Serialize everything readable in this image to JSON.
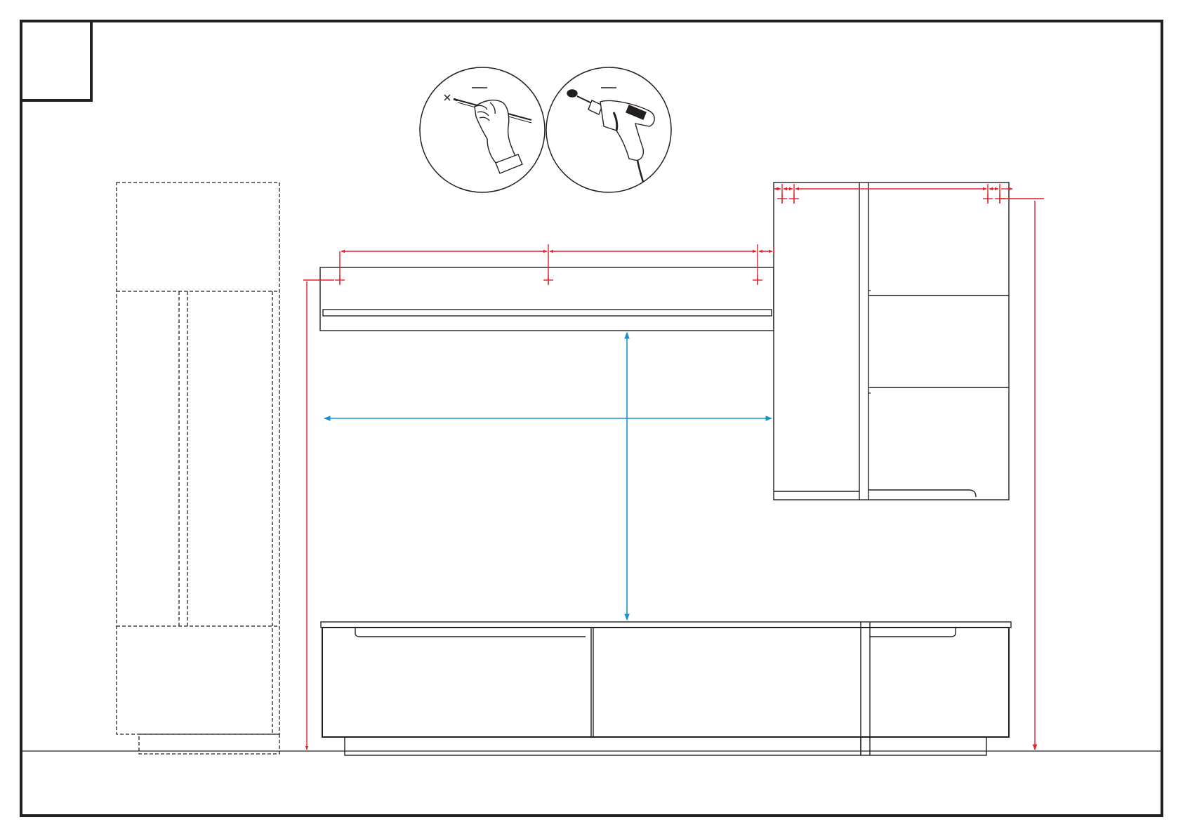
{
  "colors": {
    "line": "#231f20",
    "measure": "#e4202a",
    "clearance": "#1a8fd0",
    "background": "#ffffff"
  },
  "illustrations": {
    "left": "pencil-marking-icon",
    "right": "electric-drill-icon"
  },
  "furniture": [
    "tall-cabinet-outline",
    "wall-shelf",
    "wall-cabinet",
    "tv-sideboard"
  ],
  "dimension_lines": {
    "measure": [
      "shelf-hole-spacing",
      "cabinet-hole-spacing",
      "height-from-floor"
    ],
    "clearance": [
      "horizontal-clearance",
      "vertical-clearance"
    ]
  }
}
